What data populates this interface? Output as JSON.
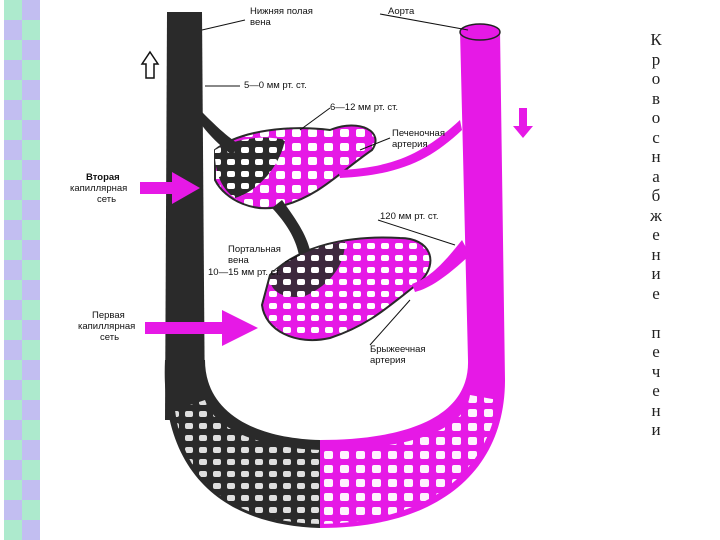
{
  "labels": {
    "ivc_line1": "Нижняя полая",
    "ivc_line2": "вена",
    "aorta": "Аорта",
    "pressure_ivc": "5—0 мм рт. ст.",
    "pressure_hepatic": "6—12 мм рт. ст.",
    "hepatic_artery_line1": "Печеночная",
    "hepatic_artery_line2": "артерия",
    "second_net_line1": "Вторая",
    "second_net_line2": "капиллярная",
    "second_net_line3": "сеть",
    "pressure_artery": "120 мм рт. ст.",
    "portal_line1": "Портальная",
    "portal_line2": "вена",
    "pressure_portal": "10—15 мм рт. ст.",
    "first_net_line1": "Первая",
    "first_net_line2": "капиллярная",
    "first_net_line3": "сеть",
    "mesenteric_line1": "Брыжеечная",
    "mesenteric_line2": "артерия"
  },
  "title_vertical": [
    "К",
    "р",
    "о",
    "в",
    "о",
    "с",
    "н",
    "а",
    "б",
    "ж",
    "е",
    "н",
    "и",
    "е",
    "",
    "п",
    "е",
    "ч",
    "е",
    "н",
    "и"
  ],
  "colors": {
    "arterial": "#e619e6",
    "venous": "#2a2a2a",
    "stripe_a": "#9fe6c4",
    "stripe_b": "#b7b3ee"
  }
}
